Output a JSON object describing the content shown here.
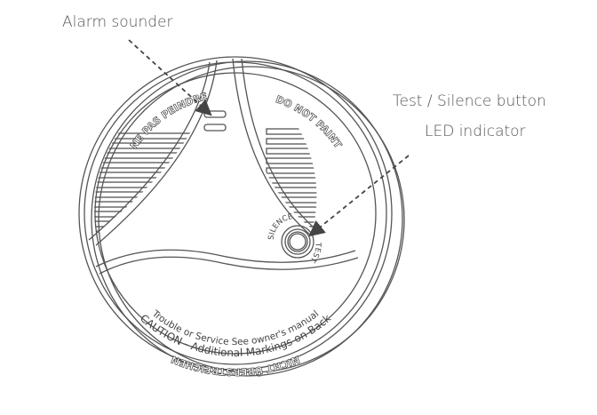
{
  "callouts": {
    "alarm_sounder": "Alarm sounder",
    "test_silence": "Test / Silence button",
    "led": "LED indicator"
  },
  "device_markings": {
    "left_vent": "NE PAS PEINDRE",
    "right_vent": "DO NOT PAINT",
    "button_top": "SILENCE",
    "button_bottom": "TEST",
    "trouble": "Trouble or Service See owner's manual",
    "caution": "CAUTION - Additional Markings on Back",
    "nicht": "NICHT ÜBERSTREICHEN"
  },
  "colors": {
    "line": "#555555",
    "text": "#555555"
  }
}
